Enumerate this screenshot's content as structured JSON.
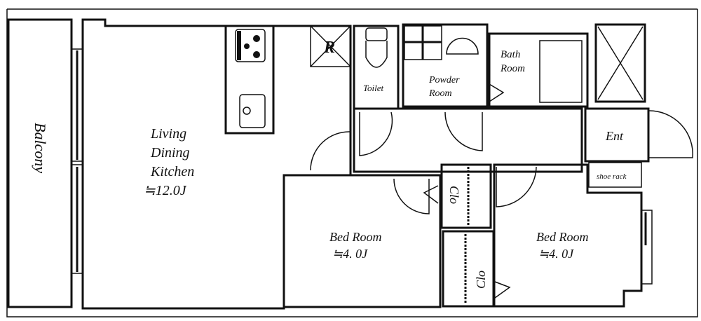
{
  "rooms": {
    "balcony": "Balcony",
    "ldk": {
      "line1": "Living",
      "line2": "Dining",
      "line3": "Kitchen",
      "size": "≒12.0J"
    },
    "refrigerator": "R",
    "toilet": "Toilet",
    "powder": {
      "line1": "Powder",
      "line2": "Room"
    },
    "bath": {
      "line1": "Bath",
      "line2": "Room"
    },
    "entrance": "Ent",
    "shoe_rack": "shoe rack",
    "bedroom1": {
      "name": "Bed Room",
      "size": "≒4. 0J"
    },
    "bedroom2": {
      "name": "Bed Room",
      "size": "≒4. 0J"
    },
    "closet1": "Clo",
    "closet2": "Clo"
  },
  "colors": {
    "ldk_fill": "#f1f1f8",
    "bed_fill": "#f3f3f3",
    "closet_fill": "#faf9f2"
  }
}
